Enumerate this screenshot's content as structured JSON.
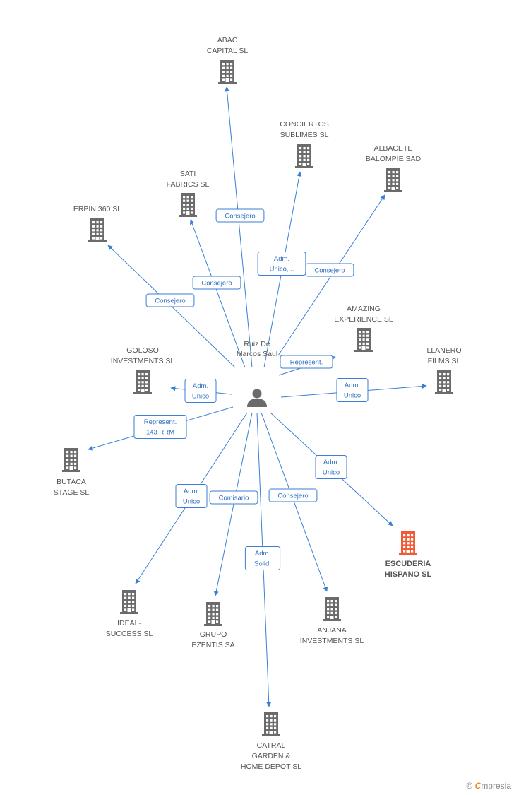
{
  "center": {
    "name_lines": [
      "Ruiz De",
      "Marcos Saul"
    ],
    "icon": "person-icon"
  },
  "nodes": [
    {
      "id": "abac",
      "lines": [
        "ABAC",
        "CAPITAL  SL"
      ],
      "icon": "building-icon",
      "color": "#6b6b6b"
    },
    {
      "id": "conciertos",
      "lines": [
        "CONCIERTOS",
        "SUBLIMES SL"
      ],
      "icon": "building-icon",
      "color": "#6b6b6b"
    },
    {
      "id": "albacete",
      "lines": [
        "ALBACETE",
        "BALOMPIE SAD"
      ],
      "icon": "building-icon",
      "color": "#6b6b6b"
    },
    {
      "id": "sati",
      "lines": [
        "SATI",
        "FABRICS  SL"
      ],
      "icon": "building-icon",
      "color": "#6b6b6b"
    },
    {
      "id": "erpin",
      "lines": [
        "ERPIN 360  SL"
      ],
      "icon": "building-icon",
      "color": "#6b6b6b"
    },
    {
      "id": "amazing",
      "lines": [
        "AMAZING",
        "EXPERIENCE SL"
      ],
      "icon": "building-icon",
      "color": "#6b6b6b"
    },
    {
      "id": "goloso",
      "lines": [
        "GOLOSO",
        "INVESTMENTS SL"
      ],
      "icon": "building-icon",
      "color": "#6b6b6b"
    },
    {
      "id": "llanero",
      "lines": [
        "LLANERO",
        "FILMS SL"
      ],
      "icon": "building-icon",
      "color": "#6b6b6b"
    },
    {
      "id": "butaca",
      "lines": [
        "BUTACA",
        "STAGE SL"
      ],
      "icon": "building-icon",
      "color": "#6b6b6b"
    },
    {
      "id": "escuderia",
      "lines": [
        "ESCUDERIA",
        "HISPANO  SL"
      ],
      "icon": "building-icon",
      "color": "#f05a35",
      "highlight": true
    },
    {
      "id": "ideal",
      "lines": [
        "IDEAL-",
        "SUCCESS  SL"
      ],
      "icon": "building-icon",
      "color": "#6b6b6b"
    },
    {
      "id": "grupo",
      "lines": [
        "GRUPO",
        "EZENTIS SA"
      ],
      "icon": "building-icon",
      "color": "#6b6b6b"
    },
    {
      "id": "anjana",
      "lines": [
        "ANJANA",
        "INVESTMENTS SL"
      ],
      "icon": "building-icon",
      "color": "#6b6b6b"
    },
    {
      "id": "catral",
      "lines": [
        "CATRAL",
        "GARDEN &",
        "HOME DEPOT  SL"
      ],
      "icon": "building-icon",
      "color": "#6b6b6b"
    }
  ],
  "edges": [
    {
      "target": "abac",
      "label": [
        "Consejero"
      ]
    },
    {
      "target": "conciertos",
      "label": [
        "Adm.",
        "Unico,..."
      ]
    },
    {
      "target": "albacete",
      "label": [
        "Consejero"
      ]
    },
    {
      "target": "sati",
      "label": [
        "Consejero"
      ]
    },
    {
      "target": "erpin",
      "label": [
        "Consejero"
      ]
    },
    {
      "target": "amazing",
      "label": [
        "Represent."
      ]
    },
    {
      "target": "goloso",
      "label": [
        "Adm.",
        "Unico"
      ]
    },
    {
      "target": "llanero",
      "label": [
        "Adm.",
        "Unico"
      ]
    },
    {
      "target": "butaca",
      "label": [
        "Represent.",
        "143 RRM"
      ]
    },
    {
      "target": "escuderia",
      "label": [
        "Adm.",
        "Unico"
      ]
    },
    {
      "target": "ideal",
      "label": [
        "Adm.",
        "Unico"
      ]
    },
    {
      "target": "grupo",
      "label": [
        "Comisario"
      ]
    },
    {
      "target": "anjana",
      "label": [
        "Consejero"
      ]
    },
    {
      "target": "catral",
      "label": [
        "Adm.",
        "Solid."
      ]
    }
  ],
  "colors": {
    "edge": "#3a7fd5",
    "edge_text": "#2f6fbf",
    "node_default": "#6b6b6b",
    "node_highlight": "#f05a35",
    "person": "#6b6b6b"
  },
  "watermark": {
    "copyright": "©",
    "brand_initial": "C",
    "brand_rest": "mpresia"
  }
}
